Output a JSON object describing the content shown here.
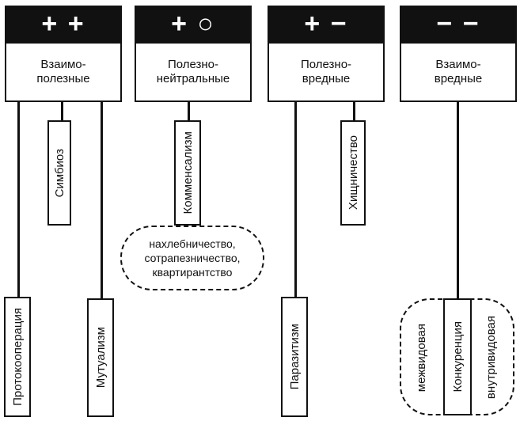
{
  "columns": [
    {
      "symbol": "+ +",
      "title": "Взаимо-\nполезные"
    },
    {
      "symbol": "+ ○",
      "title": "Полезно-\nнейтральные"
    },
    {
      "symbol": "+ −",
      "title": "Полезно-\nвредные"
    },
    {
      "symbol": "− −",
      "title": "Взаимо-\nвредные"
    }
  ],
  "items": {
    "protocooperation": "Протокооперация",
    "symbiosis": "Симбиоз",
    "mutualism": "Мутуализм",
    "commensalism": "Комменсализм",
    "commensalism_forms": "нахлебничество,\nсотрапезничество,\nквартирантство",
    "predation": "Хищничество",
    "parasitism": "Паразитизм",
    "interspecific": "межвидовая",
    "competition": "Конкуренция",
    "intraspecific": "внутривидовая"
  }
}
